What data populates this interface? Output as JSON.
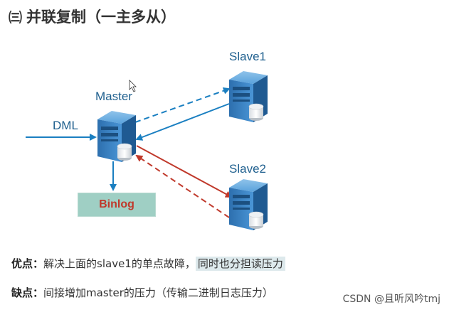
{
  "header": {
    "number": "㈢",
    "title": "并联复制（一主多从）"
  },
  "diagram": {
    "master_label": "Master",
    "slave1_label": "Slave1",
    "slave2_label": "Slave2",
    "dml_label": "DML",
    "binlog_label": "Binlog",
    "colors": {
      "link": "#1a7fc1",
      "danger": "#c0392b",
      "server": "#2f7fc0"
    }
  },
  "notes": {
    "advantage": {
      "key": "优点：",
      "text": "解决上面的slave1的单点故障，",
      "highlight": "同时也分担读压力"
    },
    "disadvantage": {
      "key": "缺点：",
      "text": "间接增加master的压力（传输二进制日志压力）"
    }
  },
  "watermark": "CSDN @且听风吟tmj"
}
